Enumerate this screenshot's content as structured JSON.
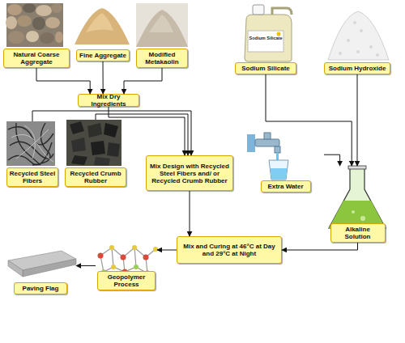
{
  "diagram": {
    "nodes": [
      {
        "text": [
          "Natural Coarse Aggregate"
        ]
      },
      {
        "text": [
          "Fine Aggregate"
        ]
      },
      {
        "text": [
          "Modified Metakaolin"
        ]
      },
      {
        "text": [
          "Sodium Silicate"
        ]
      },
      {
        "text": [
          "Sodium Hydroxide"
        ]
      },
      {
        "text": [
          "Mix Dry Ingredients"
        ]
      },
      {
        "text": [
          "Recycled Steel Fibers"
        ]
      },
      {
        "text": [
          "Recycled Crumb Rubber"
        ]
      },
      {
        "text": [
          "Mix Design with Recycled Steel Fibers and/ or Recycled Crumb Rubber"
        ]
      },
      {
        "text": [
          "Extra Water"
        ]
      },
      {
        "text": [
          "Alkaline Solution"
        ]
      },
      {
        "text": [
          "Mix and Curing at 46°C at Day and 29°C at Night"
        ]
      },
      {
        "text": [
          "Geopolymer Process"
        ]
      },
      {
        "text": [
          "Paving Flag"
        ]
      }
    ],
    "edges": [
      {
        "from": 0,
        "to": 5,
        "arrow": "to"
      },
      {
        "from": 1,
        "to": 5,
        "arrow": "to"
      },
      {
        "from": 2,
        "to": 5,
        "arrow": "to"
      },
      {
        "from": 5,
        "to": 8,
        "arrow": "to"
      },
      {
        "from": 6,
        "to": 8,
        "arrow": "to"
      },
      {
        "from": 7,
        "to": 8,
        "arrow": "to"
      },
      {
        "from": 3,
        "to": 10,
        "arrow": "to"
      },
      {
        "from": 4,
        "to": 10,
        "arrow": "to"
      },
      {
        "from": 9,
        "to": 10,
        "arrow": "to"
      },
      {
        "from": 8,
        "to": 11,
        "arrow": "to"
      },
      {
        "from": 10,
        "to": 11,
        "arrow": "to"
      },
      {
        "from": 11,
        "to": 12,
        "arrow": "to"
      },
      {
        "from": 12,
        "to": 13,
        "arrow": "to"
      }
    ],
    "labels": [
      "Sodium Silicate"
    ]
  }
}
